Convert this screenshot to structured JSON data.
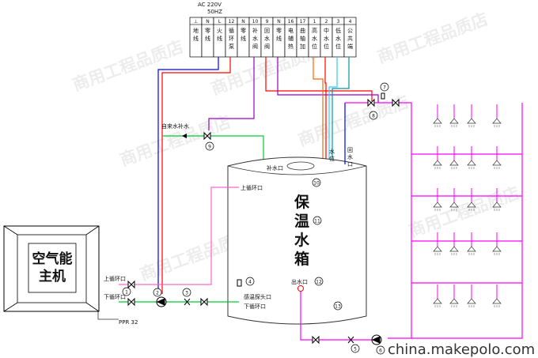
{
  "header": {
    "ac": "AC 220V",
    "hz": "50HZ"
  },
  "terminals": [
    {
      "num": "⊥",
      "text": [
        "地",
        "线"
      ]
    },
    {
      "num": "N",
      "text": [
        "零",
        "线"
      ]
    },
    {
      "num": "L",
      "text": [
        "火",
        "线"
      ]
    },
    {
      "num": "12",
      "text": [
        "循",
        "环",
        "泵"
      ]
    },
    {
      "num": "N",
      "text": [
        "零",
        "线"
      ]
    },
    {
      "num": "10",
      "text": [
        "补",
        "水",
        "阀"
      ]
    },
    {
      "num": "9",
      "text": [
        "回",
        "水",
        "阀"
      ]
    },
    {
      "num": "N",
      "text": [
        "零",
        "线"
      ]
    },
    {
      "num": "16",
      "text": [
        "电",
        "辅",
        "热"
      ]
    },
    {
      "num": "17",
      "text": [
        "曲",
        "轴",
        "加"
      ]
    },
    {
      "num": "1",
      "text": [
        "高",
        "水",
        "位"
      ]
    },
    {
      "num": "2",
      "text": [
        "中",
        "水",
        "位"
      ]
    },
    {
      "num": "3",
      "text": [
        "低",
        "水",
        "位"
      ]
    },
    {
      "num": "4",
      "text": [
        "公",
        "共",
        "端"
      ]
    }
  ],
  "tank": {
    "title": [
      "保",
      "温",
      "水",
      "箱"
    ],
    "fill_inlet": "补水口",
    "upper_loop": "上循环口",
    "lower_loop": "下循环口",
    "sensor": "感温探头口",
    "outlet": "出水口",
    "level": [
      "水",
      "位"
    ],
    "return_port": [
      "回",
      "水",
      "口"
    ]
  },
  "unit": {
    "title": [
      "空气能",
      "主机"
    ],
    "upper": "上循环口",
    "lower": "下循环口",
    "pipe": "PPR 32"
  },
  "supply_label": "自来水补水",
  "numbers": [
    "1",
    "2",
    "3",
    "4",
    "5",
    "6",
    "7",
    "8",
    "9",
    "10",
    "11",
    "12",
    "13"
  ],
  "watermark": "商用工程品质店",
  "site": "china.makepolo.com",
  "colors": {
    "hot": "#ff00ff",
    "cold": "#00cc33",
    "red": "#ff0000",
    "blue": "#0000ff",
    "purple": "#9900cc",
    "cyan": "#33ccff",
    "orange": "#ff9900",
    "pink": "#ff66cc"
  }
}
